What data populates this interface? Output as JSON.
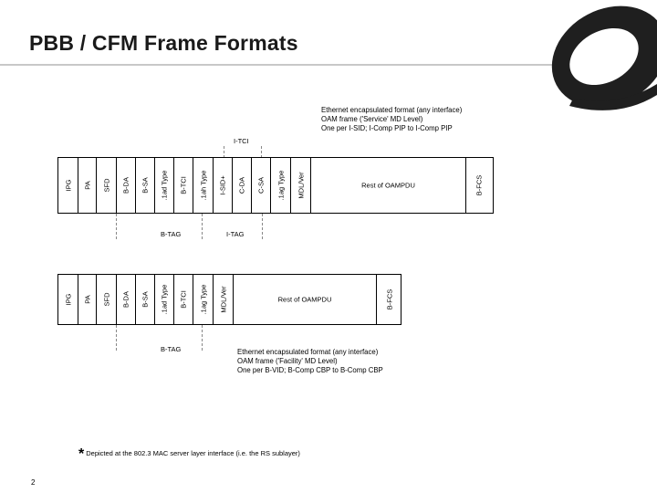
{
  "title": "PBB / CFM Frame Formats",
  "service_note": {
    "line1": "Ethernet encapsulated format (any interface)",
    "line2": "OAM frame ('Service' MD Level)",
    "line3": "One per I-SID; I-Comp PIP to I-Comp PIP"
  },
  "facility_note": {
    "line1": "Ethernet encapsulated format (any interface)",
    "line2": "OAM frame ('Facility' MD Level)",
    "line3": "One per B-VID; B-Comp CBP to B-Comp CBP"
  },
  "top_frame": {
    "itci_label": "I-TCI",
    "btag_label": "B-TAG",
    "itag_label": "I-TAG",
    "fields": [
      "IPG",
      "PA",
      "SFD",
      "B-DA",
      "B-SA",
      ".1ad Type",
      "B-TCI",
      ".1ah Type",
      "I-SID+",
      "C-DA",
      "C-SA",
      ".1ag Type",
      "MDL/Ver",
      "Rest of OAMPDU",
      "B-FCS"
    ]
  },
  "bottom_frame": {
    "btag_label": "B-TAG",
    "fields": [
      "IPG",
      "PA",
      "SFD",
      "B-DA",
      "B-SA",
      ".1ad Type",
      "B-TCI",
      ".1ag Type",
      "MDL/Ver",
      "Rest of OAMPDU",
      "B-FCS"
    ]
  },
  "footnote": {
    "star": "*",
    "text": "Depicted at the 802.3 MAC server layer interface (i.e. the RS sublayer)"
  },
  "page_number": "2",
  "colors": {
    "title": "#1a1a1a",
    "logo": "#1f1f1f",
    "rule": "#c8c8c8"
  },
  "icons": {
    "logo": "company-logo"
  }
}
